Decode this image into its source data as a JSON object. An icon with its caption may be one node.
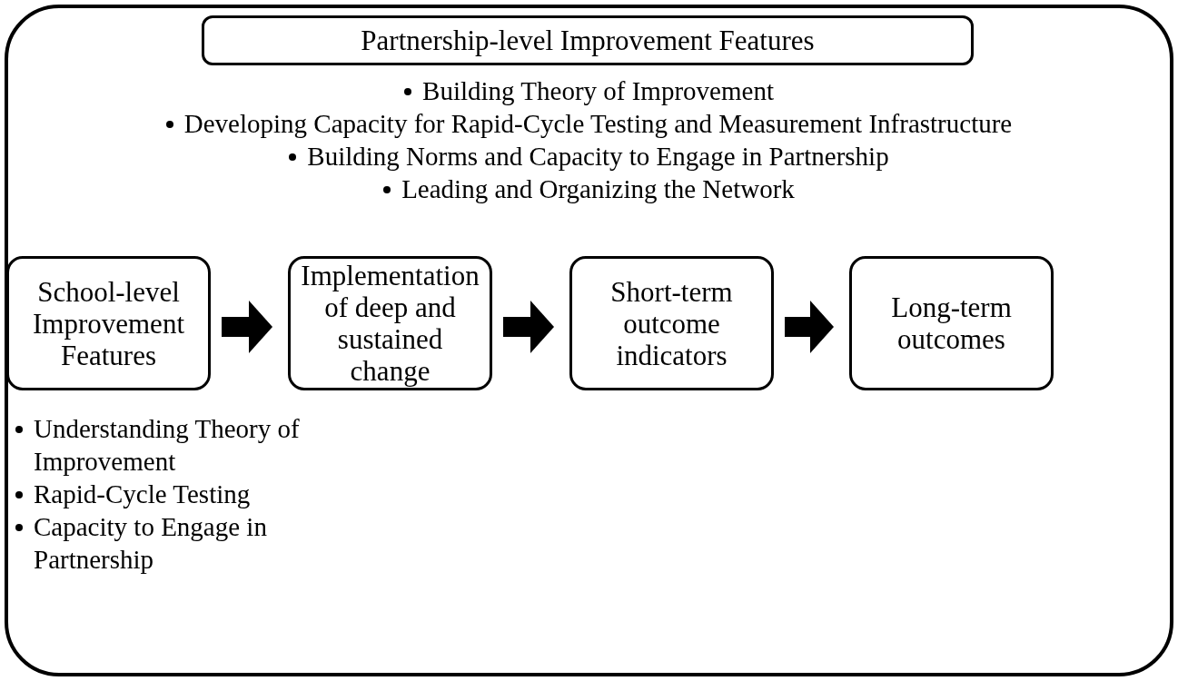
{
  "diagram": {
    "nodes": [
      {
        "text": [],
        "shape": "box"
      },
      {
        "text": [
          "Partnership-level Improvement Features"
        ],
        "in": 0,
        "beside": [
          "Building Theory of Improvement",
          "Developing Capacity for Rapid-Cycle Testing and Measurement Infrastructure",
          "Building Norms and Capacity to Engage in Partnership",
          "Leading and Organizing the Network"
        ]
      },
      {
        "text": [
          "School-level Improvement Features"
        ],
        "in": 0,
        "beside": [
          "Understanding Theory of Improvement",
          "Rapid-Cycle Testing",
          "Capacity to Engage in Partnership"
        ]
      },
      {
        "text": [
          "Implementation of deep and sustained change"
        ],
        "in": 0
      },
      {
        "text": [
          "Short-term outcome indicators"
        ],
        "in": 0
      },
      {
        "text": [
          "Long-term outcomes"
        ],
        "in": 0
      }
    ],
    "edges": [
      {
        "from": 2,
        "to": 3,
        "arrow": "to"
      },
      {
        "from": 3,
        "to": 4,
        "arrow": "to"
      },
      {
        "from": 4,
        "to": 5,
        "arrow": "to"
      }
    ]
  }
}
